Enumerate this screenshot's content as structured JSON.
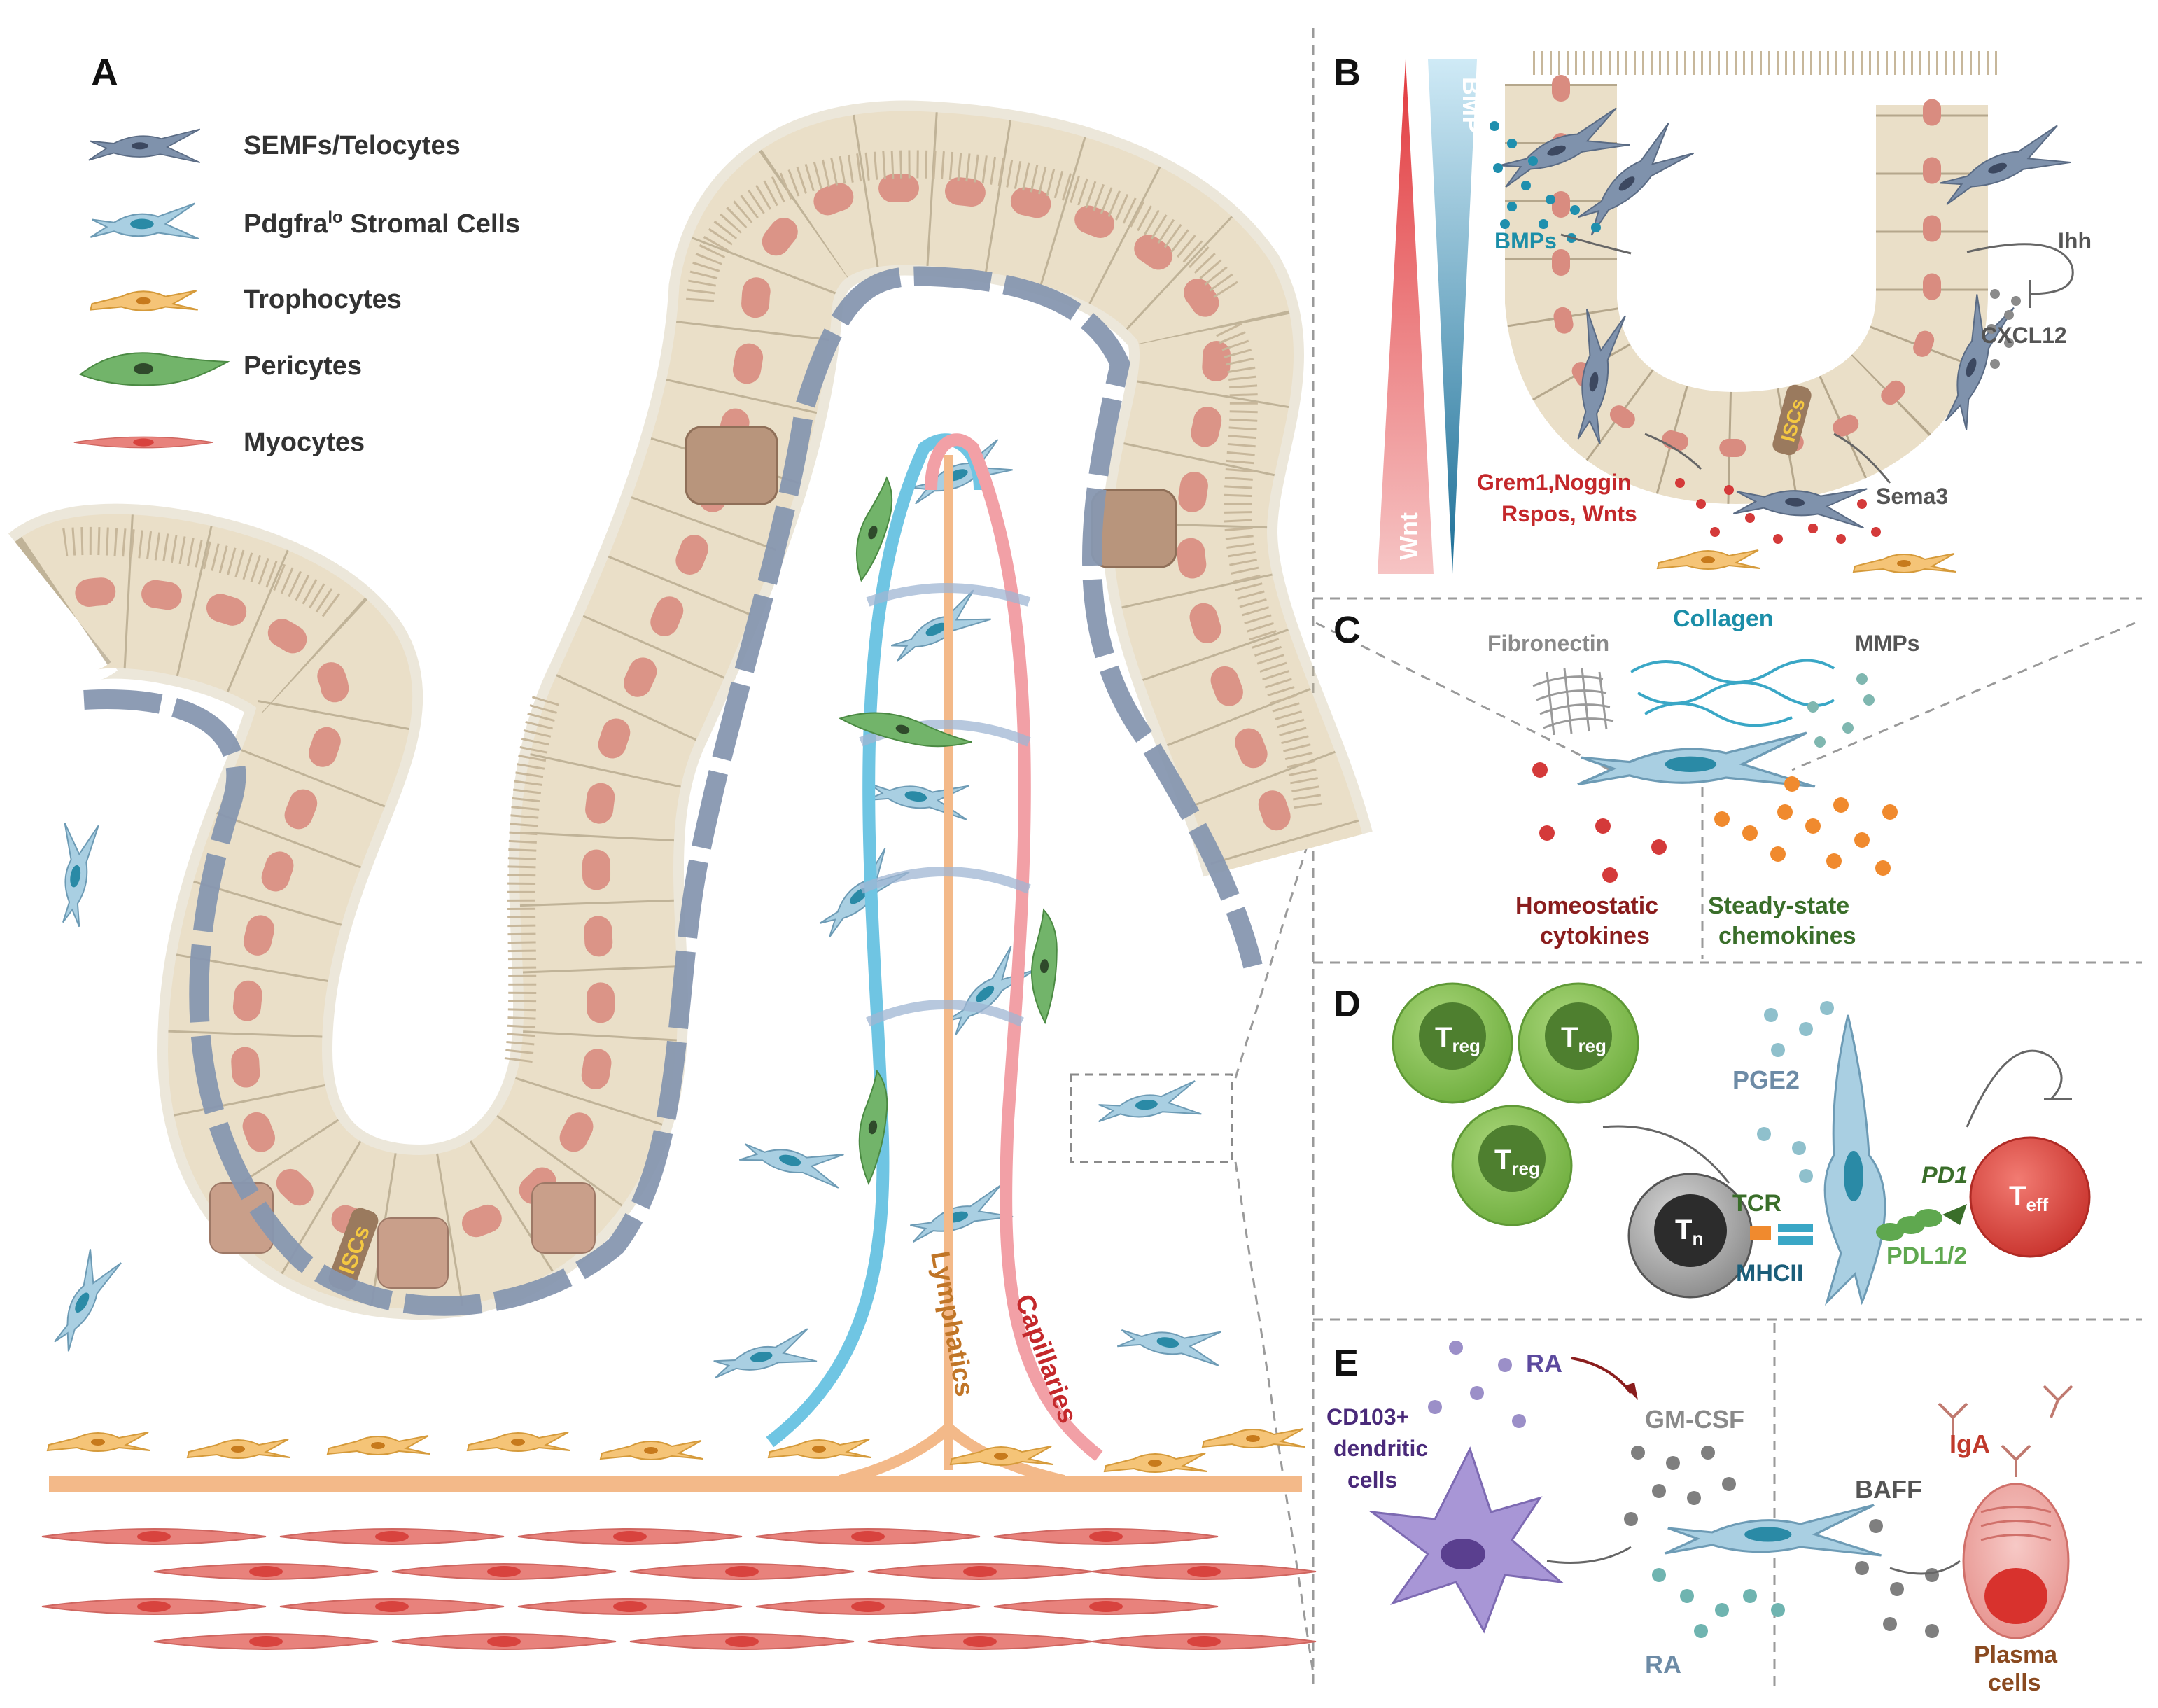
{
  "panels": {
    "A": {
      "letter": "A",
      "legend": [
        {
          "label": "SEMFs/Telocytes",
          "color": "#7f92ac"
        },
        {
          "label": "Pdgfra",
          "sup": "lo",
          "label_tail": "Stromal Cells",
          "color": "#a9cfe2"
        },
        {
          "label": "Trophocytes",
          "color": "#f2b35a"
        },
        {
          "label": "Pericytes",
          "color": "#72b46a"
        },
        {
          "label": "Myocytes",
          "color": "#e8827c"
        }
      ],
      "iscs_label": "ISCs",
      "vessel_labels": {
        "lymphatics": "Lymphatics",
        "capillaries": "Capillaries"
      }
    },
    "B": {
      "letter": "B",
      "gradient_labels": {
        "wnt": "Wnt",
        "bmp": "BMP"
      },
      "labels": {
        "bmps": "BMPs",
        "ihh": "Ihh",
        "cxcl12": "CXCL12",
        "iscs": "ISCs",
        "grem_line1": "Grem1,Noggin",
        "grem_line2": "Rspos, Wnts",
        "sema3": "Sema3"
      }
    },
    "C": {
      "letter": "C",
      "labels": {
        "fibronectin": "Fibronectin",
        "collagen": "Collagen",
        "mmps": "MMPs",
        "homeostatic_line1": "Homeostatic",
        "homeostatic_line2": "cytokines",
        "steady_line1": "Steady-state",
        "steady_line2": "chemokines"
      }
    },
    "D": {
      "letter": "D",
      "treg": {
        "main": "T",
        "sub": "reg"
      },
      "tn": {
        "main": "T",
        "sub": "n"
      },
      "teff": {
        "main": "T",
        "sub": "eff"
      },
      "labels": {
        "pge2": "PGE2",
        "tcr": "TCR",
        "mhcii": "MHCII",
        "pd1": "PD1",
        "pdl": "PDL1/2"
      }
    },
    "E": {
      "letter": "E",
      "labels": {
        "ra_top": "RA",
        "gmcsf": "GM-CSF",
        "dc_line1": "CD103+",
        "dc_line2": "dendritic",
        "dc_line3": "cells",
        "ra_bottom": "RA",
        "baff": "BAFF",
        "iga": "IgA",
        "plasma_line1": "Plasma",
        "plasma_line2": "cells"
      }
    }
  },
  "colors": {
    "epithelium": "#eadfc8",
    "epithelium_edge": "#b5a78c",
    "nucleus": "#d98c80",
    "telocyte": "#7f92ac",
    "stromal": "#a9cfe2",
    "trophocyte": "#f2b35a",
    "pericyte": "#72b46a",
    "myocyte": "#e8827c",
    "lymphatic": "#6fc5e3",
    "capillary": "#f2a0a6",
    "treg": "#8cc35c",
    "teff": "#e24b43",
    "tn": "#555555",
    "dc": "#a896d6",
    "red_label": "#c4282b",
    "teal_label": "#1b8ea8",
    "green_label": "#3a6e2a"
  }
}
